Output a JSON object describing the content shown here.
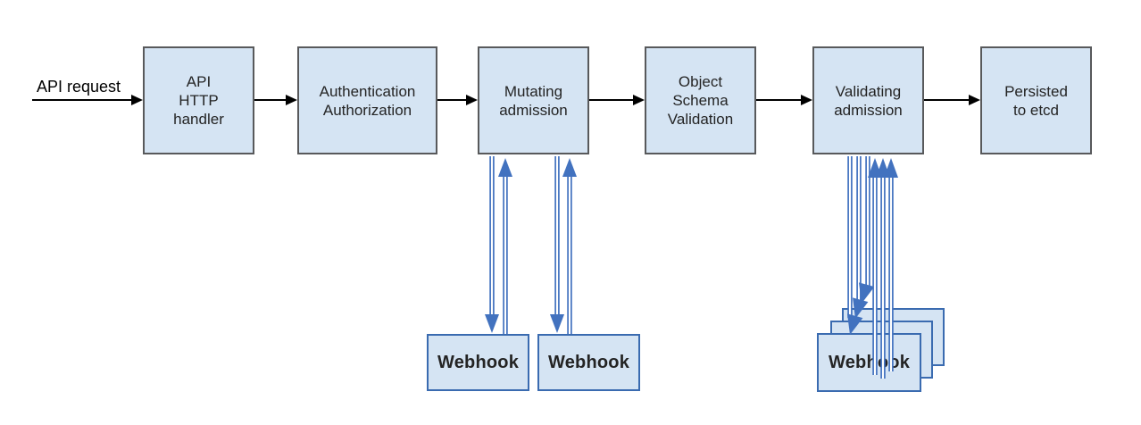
{
  "diagram": {
    "input_label": "API request",
    "stages": [
      {
        "id": "api-http-handler",
        "lines": [
          "API",
          "HTTP",
          "handler"
        ]
      },
      {
        "id": "authentication-authorization",
        "lines": [
          "Authentication",
          "Authorization"
        ]
      },
      {
        "id": "mutating-admission",
        "lines": [
          "Mutating",
          "admission"
        ]
      },
      {
        "id": "object-schema-validation",
        "lines": [
          "Object",
          "Schema",
          "Validation"
        ]
      },
      {
        "id": "validating-admission",
        "lines": [
          "Validating",
          "admission"
        ]
      },
      {
        "id": "persisted-to-etcd",
        "lines": [
          "Persisted",
          "to etcd"
        ]
      }
    ],
    "webhooks": {
      "mutating": [
        {
          "label": "Webhook"
        },
        {
          "label": "Webhook"
        }
      ],
      "validating": {
        "label": "Webhook",
        "stacked_copies": 3
      }
    },
    "colors": {
      "box_fill": "#d5e4f3",
      "stage_border": "#58595b",
      "webhook_border": "#3a6bb0",
      "flow_arrow": "#000000",
      "webhook_arrow": "#4272bf",
      "text": "#242424"
    }
  }
}
